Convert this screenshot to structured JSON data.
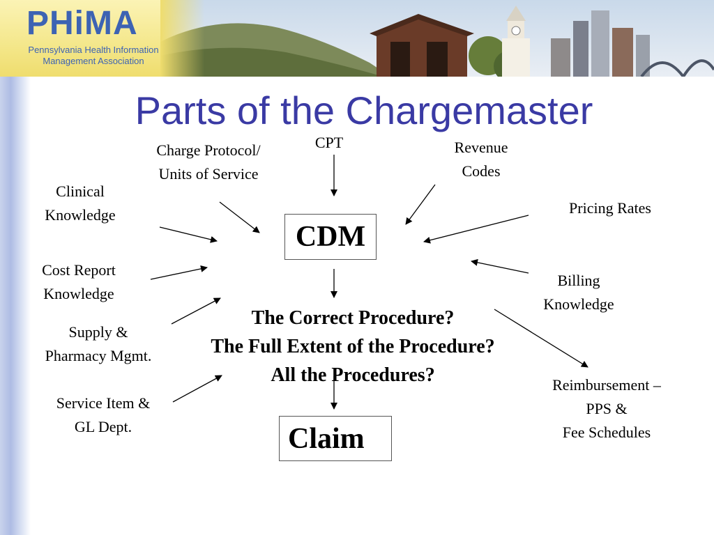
{
  "header": {
    "logo_title": "PHiMA",
    "logo_subtitle_line1": "Pennsylvania Health Information",
    "logo_subtitle_line2": "Management Association"
  },
  "title": "Parts of the Chargemaster",
  "nodes": {
    "cdm": "CDM",
    "claim": "Claim"
  },
  "questions": [
    "The Correct Procedure?",
    "The Full Extent of the Procedure?",
    "All the Procedures?"
  ],
  "inputs": {
    "cpt": [
      "CPT"
    ],
    "charge_protocol": [
      "Charge Protocol/",
      "Units of Service"
    ],
    "revenue_codes": [
      "Revenue",
      "Codes"
    ],
    "clinical_knowledge": [
      "Clinical",
      "Knowledge"
    ],
    "pricing_rates": [
      "Pricing Rates"
    ],
    "cost_report": [
      "Cost Report",
      "Knowledge"
    ],
    "billing_knowledge": [
      "Billing",
      "Knowledge"
    ],
    "supply_pharmacy": [
      "Supply &",
      "Pharmacy Mgmt."
    ],
    "service_item": [
      "Service Item &",
      "GL Dept."
    ],
    "reimbursement": [
      "Reimbursement –",
      "PPS &",
      "Fee Schedules"
    ]
  }
}
